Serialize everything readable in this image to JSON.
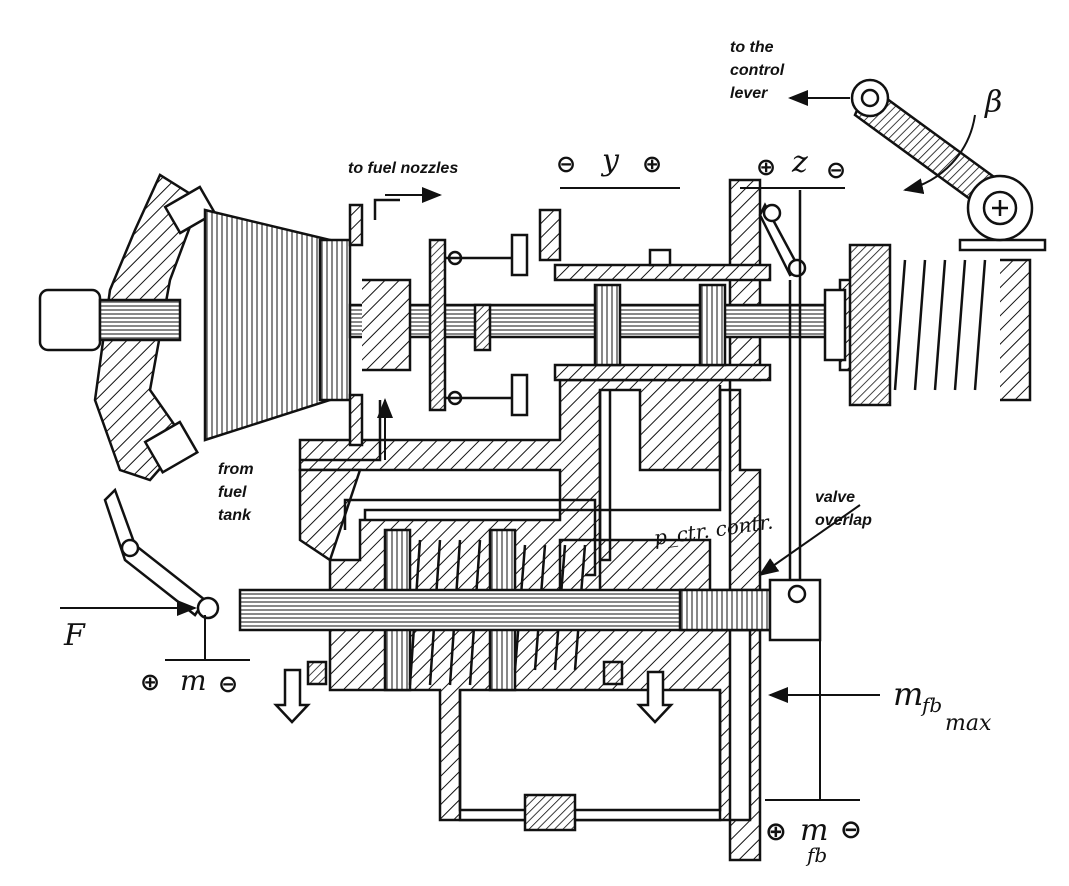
{
  "labels": {
    "control_lever": [
      "to the",
      "control",
      "lever"
    ],
    "fuel_nozzles": "to fuel nozzles",
    "fuel_tank": [
      "from",
      "fuel",
      "tank"
    ],
    "valve_overlap": [
      "valve",
      "overlap"
    ],
    "pressure_control": "p_ctr. contr."
  },
  "symbols": {
    "beta": "β",
    "y_axis": {
      "plus": "⊕",
      "minus": "⊖",
      "var": "y"
    },
    "z_axis": {
      "plus": "⊕",
      "minus": "⊖",
      "var": "z"
    },
    "m_axis": {
      "plus": "⊕",
      "minus": "⊖",
      "var": "m"
    },
    "force": "F",
    "m_fb": {
      "main": "m",
      "sub": "fb"
    },
    "m_fb_max": {
      "main": "m",
      "sub": "fb",
      "subsub": "max"
    }
  }
}
